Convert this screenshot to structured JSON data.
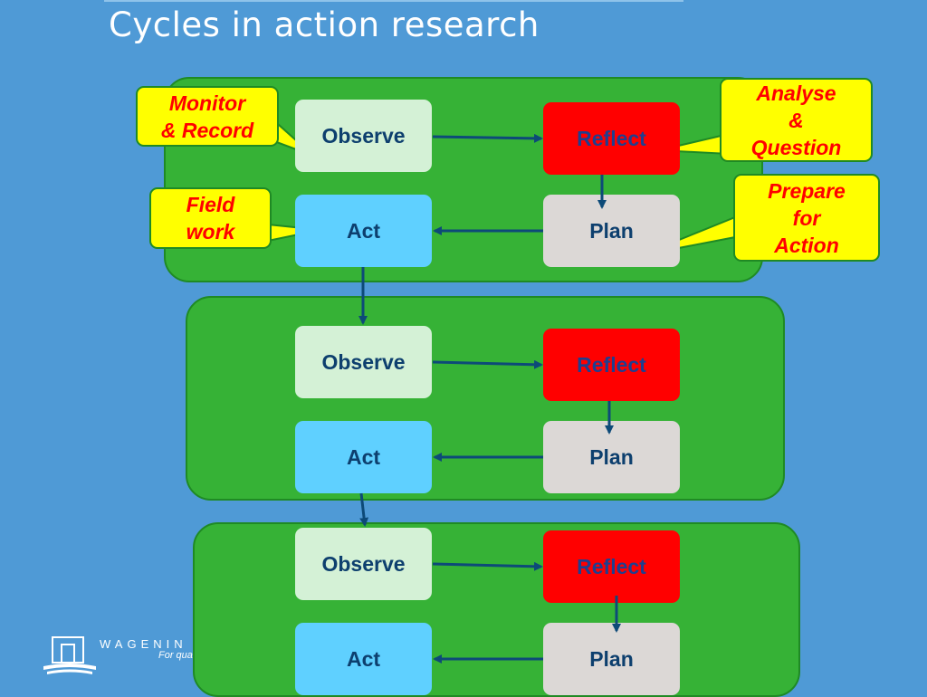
{
  "title": "Cycles in action research",
  "cycles": [
    {
      "observe": "Observe",
      "reflect": "Reflect",
      "act": "Act",
      "plan": "Plan"
    },
    {
      "observe": "Observe",
      "reflect": "Reflect",
      "act": "Act",
      "plan": "Plan"
    },
    {
      "observe": "Observe",
      "reflect": "Reflect",
      "act": "Act",
      "plan": "Plan"
    }
  ],
  "callouts": {
    "monitor": "Monitor\n& Record",
    "analyse": "Analyse\n&\nQuestion",
    "field": "Field\nwork",
    "prepare": "Prepare\nfor\nAction"
  },
  "footer": {
    "brand": "WAGENIN",
    "tagline": "For qua"
  },
  "colors": {
    "background": "#4f9ad6",
    "panel": "#36b236",
    "observe": "#d4f1d6",
    "reflect": "#ff0000",
    "act": "#5fd0ff",
    "plan": "#dcd8d6",
    "callout": "#ffff00",
    "arrow": "#0d4a78"
  }
}
